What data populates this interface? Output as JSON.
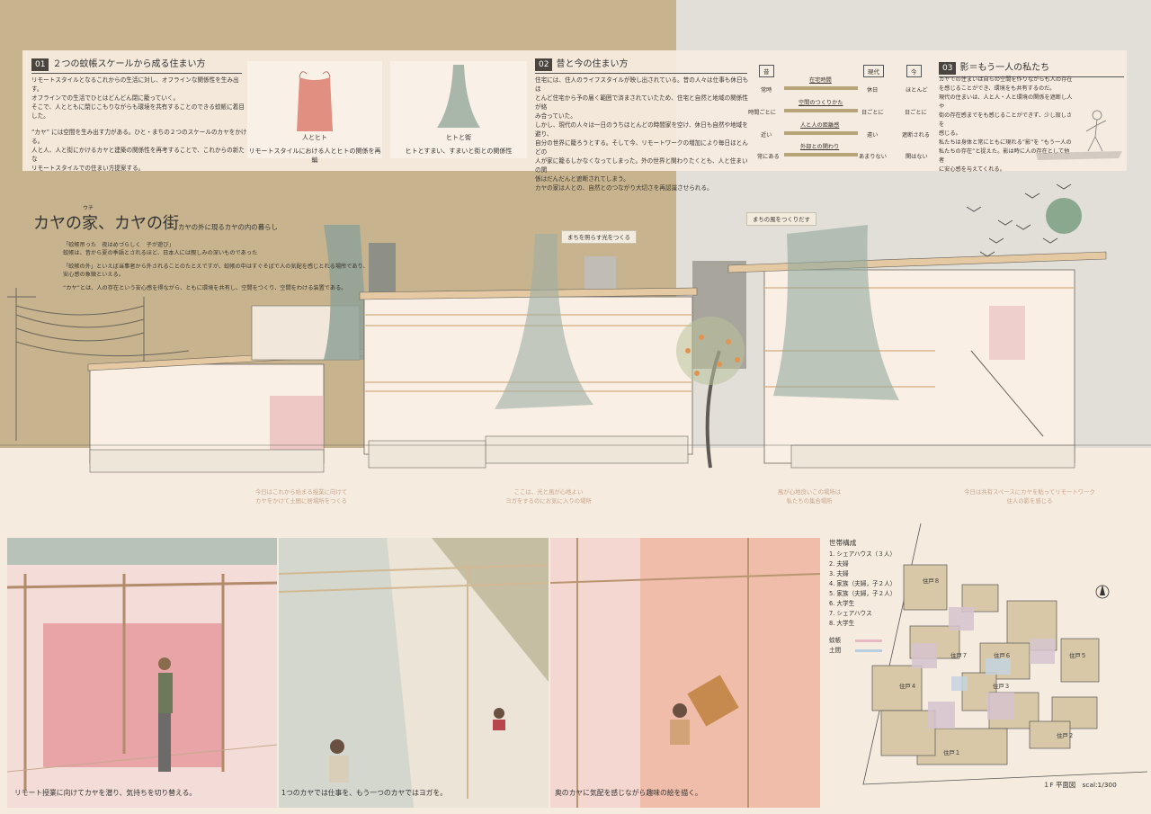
{
  "section1": {
    "num": "01",
    "title": "２つの蚊帳スケールから成る住まい方",
    "lines": [
      "リモートスタイルとなるこれからの生活に対し、オフラインな関係性を生み出す。",
      "オフラインでの生活でひとはどんどん閉に籠っていく。",
      "そこで、人とともに閉じこもりながらも環境を共有することのできる蚊帳に着目した。",
      "",
      "“カヤ” には空間を生み出す力がある。ひと・まちの２つのスケールのカヤをかける。",
      "人と人、人と街にかけるカヤと建築の関係性を再考することで、これからの新たな",
      "リモートスタイルでの住まい方提案する。"
    ],
    "card1_title": "人とヒト",
    "card1_caption": "リモートスタイルにおける人とヒトの関係を再編",
    "card2_title": "ヒトと街",
    "card2_caption": "ヒトとすまい、すまいと街との関係性"
  },
  "section2": {
    "num": "02",
    "title": "昔と今の住まい方",
    "lines": [
      "住宅には、住人のライフスタイルが映し出されている。昔の人々は仕事も休日もほ",
      "とんど住宅から予の届く範囲で済まされていたため、住宅と自然と地域の関係性が絡",
      "み合っていた。",
      "しかし、現代の人々は一日のうちほとんどの時間家を空け、休日も自然や地域を避り、",
      "自分の世界に籠ろうとする。そして今、リモートワークの増加により毎日ほとんどの",
      "人が家に籠るしかなくなってしまった。外の世界と関わりたくとも、人と住まいの関",
      "係はだんだんと遮断されてしまう。",
      "カヤの家は人との、自然とのつながり大切さを再認識させられる。"
    ]
  },
  "compare_table": {
    "header_past": "昔",
    "header_modern": "現代",
    "header_now": "今",
    "rows": [
      {
        "topic": "在宅時間",
        "past": "常時",
        "modern": "休日",
        "now": "ほとんど"
      },
      {
        "topic": "空間のつくりかた",
        "past": "時間ごとに",
        "modern": "日ごとに",
        "now": "日ごとに"
      },
      {
        "topic": "人と人の距離感",
        "past": "近い",
        "modern": "遠い",
        "now": "遮断される"
      },
      {
        "topic": "外部との関わり",
        "past": "常にある",
        "modern": "あまりない",
        "now": "関はない"
      }
    ]
  },
  "section3": {
    "num": "03",
    "title": "影＝もう一人の私たち",
    "lines": [
      "カヤでの住まいは自らの空間を作りながらも人の存在",
      "を感じることができ、環境をも共有するのだ。",
      "現代の住まいは、人と人・人と環境の関係を遮断し人や",
      "街の存在感までをも感じることができず、少し寂しさを",
      "感じる。",
      "私たちは身体と常にともに現れる”影”を ”もう一人の",
      "私たちの存在”と捉えた。影は時に人の存在として他者",
      "に安心感を与えてくれる。"
    ]
  },
  "main": {
    "title": "カヤの家、カヤの街",
    "ruby": "ウチ",
    "subtitle": "カヤの外に現るカヤの内の暮らし",
    "intro": [
      "「蚊帳吊った　夜はめづらしく　子が遊び」",
      "蚊帳は、昔から夏の季語とされるほど、日本人には親しみの深いものであった",
      "",
      "「蚊帳の外」といえば当事者から外されることのたとえですが、蚊帳の中はすぐそばで人の気配を感じとれる場所であり、",
      "安心感の象徴といえる。",
      "",
      "“カヤ”とは、人の存在という安心感を得ながら、ともに環境を共有し、空間をつくり、空間をわける装置である。"
    ],
    "callout1": "まちを照らす光をつくる",
    "callout2": "まちの風をつくりだす"
  },
  "section_captions": [
    [
      "今日はこれから始まる授業に向けて",
      "カヤをかけて土間に居場所をつくる"
    ],
    [
      "ここは、光と風が心地よい",
      "ヨガをするのにお気に入りの場所"
    ],
    [
      "風が心地良いこの場所は",
      "私たちの集合場所"
    ],
    [
      "今日は共有スペースにカヤを貼ってリモートワーク",
      "住人の影を感じる"
    ]
  ],
  "bottom_captions": [
    "リモート授業に向けてカヤを潜り、気持ちを切り替える。",
    "1つのカヤでは仕事を、もう一つのカヤではヨガを。",
    "奥のカヤに気配を感じながら趣味の絵を描く。"
  ],
  "legend": {
    "title": "世帯構成",
    "items": [
      "1. シェアハウス（３人）",
      "2. 夫婦",
      "3. 夫婦",
      "4. 家族（夫婦，子２人）",
      "5. 家族（夫婦，子２人）",
      "6. 大学生",
      "7. シェアハウス",
      "8. 大学生"
    ],
    "kaya_label": "蚊帳",
    "doma_label": "土間",
    "kaya_color": "#e7b8c2",
    "doma_color": "#b9cde0"
  },
  "plan": {
    "units": [
      "住戸１",
      "住戸２",
      "住戸３",
      "住戸４",
      "住戸５",
      "住戸６",
      "住戸７",
      "住戸８"
    ],
    "caption": "１F 平面図　scal:1/300"
  }
}
